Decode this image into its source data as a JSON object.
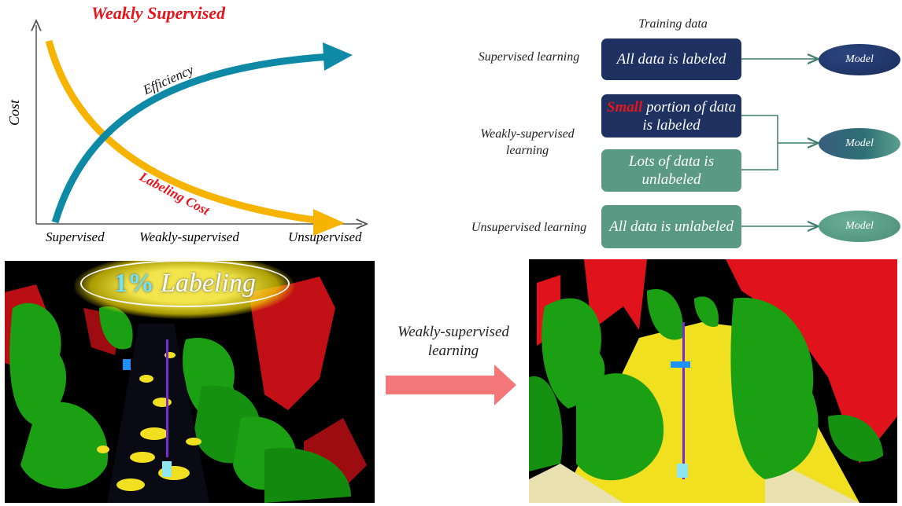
{
  "tradeoff": {
    "title": "Weakly Supervised",
    "y_axis_label": "Cost",
    "efficiency_label": "Efficiency",
    "labeling_cost_label": "Labeling Cost",
    "x_ticks": [
      "Supervised",
      "Weakly-supervised",
      "Unsupervised"
    ],
    "colors": {
      "efficiency": "#0f8aa6",
      "labeling_cost": "#f6b400",
      "title": "#e8141b"
    }
  },
  "paradigms": {
    "header": "Training data",
    "rows": [
      {
        "label": "Supervised learning",
        "boxes": [
          "All data is labeled"
        ],
        "model": "Model"
      },
      {
        "label": "Weakly-supervised learning",
        "boxes": [
          {
            "highlight": "Small",
            "rest": "portion of data is labeled"
          },
          "Lots of data is unlabeled"
        ],
        "model": "Model"
      },
      {
        "label": "Unsupervised learning",
        "boxes": [
          "All data is unlabeled"
        ],
        "model": "Model"
      }
    ],
    "colors": {
      "labeled": "#1f3160",
      "unlabeled": "#5a9a85",
      "highlight": "#e8141b"
    }
  },
  "pointcloud": {
    "badge_percent": "1%",
    "badge_text": "Labeling",
    "arrow_label": "Weakly-supervised learning",
    "colors": {
      "building": "#e0121b",
      "vegetation": "#1aa012",
      "road": "#f0e020",
      "arrow": "#f4787a"
    }
  }
}
